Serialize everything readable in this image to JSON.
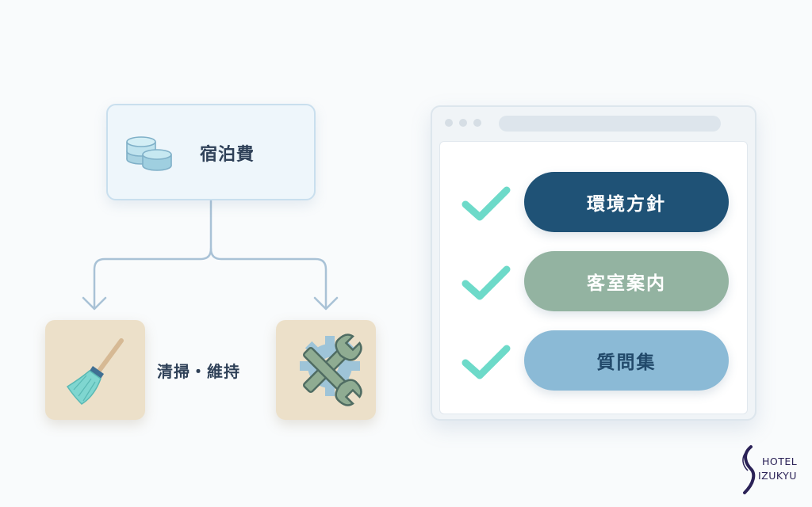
{
  "fee": {
    "label": "宿泊費",
    "icon": "coin-stack-icon"
  },
  "maintenance": {
    "label": "清掃・維持",
    "left_icon": "broom-icon",
    "right_icon": "wrench-gear-icon"
  },
  "window": {
    "items": [
      {
        "label": "環境方針",
        "color": "#1f5276"
      },
      {
        "label": "客室案内",
        "color": "#93b3a1"
      },
      {
        "label": "質問集",
        "color": "#8bbad6"
      }
    ]
  },
  "logo": {
    "line1": "HOTEL",
    "line2": "IZUKYU",
    "color": "#2b2257"
  },
  "colors": {
    "teal": "#6ddac9",
    "connector": "#a9c2d6",
    "tile": "#ece0c9"
  }
}
